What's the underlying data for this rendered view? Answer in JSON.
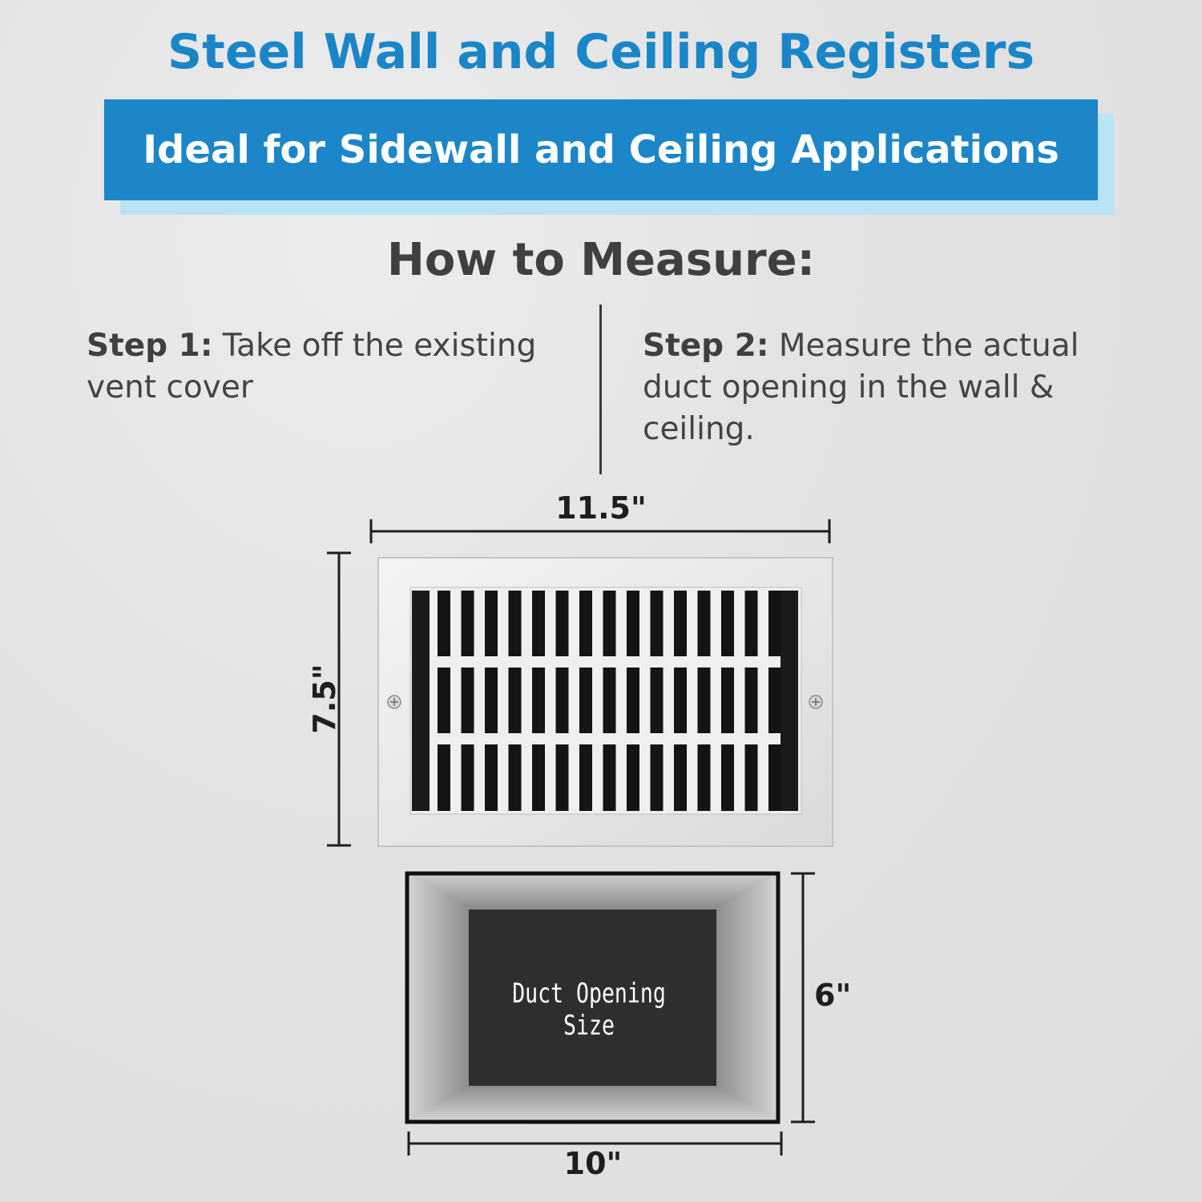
{
  "header": {
    "title": "Steel Wall and Ceiling Registers",
    "banner": "Ideal for Sidewall and Ceiling Applications"
  },
  "measure": {
    "heading": "How to Measure:",
    "step1_label": "Step 1:",
    "step1_text": " Take off the existing vent cover",
    "step2_label": "Step 2:",
    "step2_text": " Measure the actual duct opening in the wall & ceiling."
  },
  "register": {
    "width_label": "11.5\"",
    "height_label": "7.5\""
  },
  "duct": {
    "label": "Duct Opening Size",
    "height_label": "6\"",
    "width_label": "10\""
  },
  "colors": {
    "title_blue": "#1a86c8",
    "banner_blue": "#1c86c8",
    "banner_shadow": "#b9e3f7",
    "text_dark": "#3f3f3f"
  }
}
